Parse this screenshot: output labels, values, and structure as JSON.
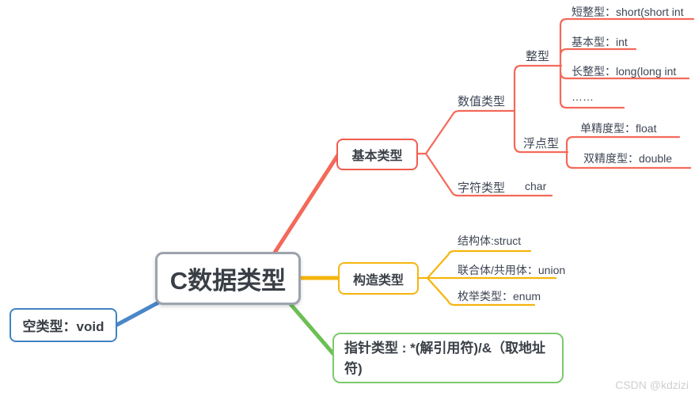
{
  "colors": {
    "red": "#f4695a",
    "red_box_border": "#f15b4e",
    "yellow": "#f5b50e",
    "green": "#6cbf54",
    "green_box_border": "#7cc96d",
    "blue": "#4a86c8",
    "blue_box_border": "#4183c4",
    "center_border": "#9ca3ad",
    "text": "#3a3f46",
    "label_text": "#3f4654",
    "watermark_text": "#cfcfcf"
  },
  "root": {
    "label": "C数据类型"
  },
  "void_branch": {
    "label": "空类型：void"
  },
  "basic_branch": {
    "label": "基本类型",
    "numeric": {
      "label": "数值类型"
    },
    "char": {
      "label": "字符类型",
      "value": "char"
    },
    "integer": {
      "label": "整型",
      "leaves": [
        "短整型：short(short int",
        "基本型：int",
        "长整型：long(long int",
        "……"
      ]
    },
    "float": {
      "label": "浮点型",
      "leaves": [
        "单精度型：float",
        "双精度型：double"
      ]
    }
  },
  "construct_branch": {
    "label": "构造类型",
    "leaves": [
      "结构体:struct",
      "联合体/共用体：union",
      "枚举类型：enum"
    ]
  },
  "pointer_branch": {
    "label": "指针类型 : *(解引用符)/&（取地址符)"
  },
  "watermark": "CSDN @kdzizi"
}
